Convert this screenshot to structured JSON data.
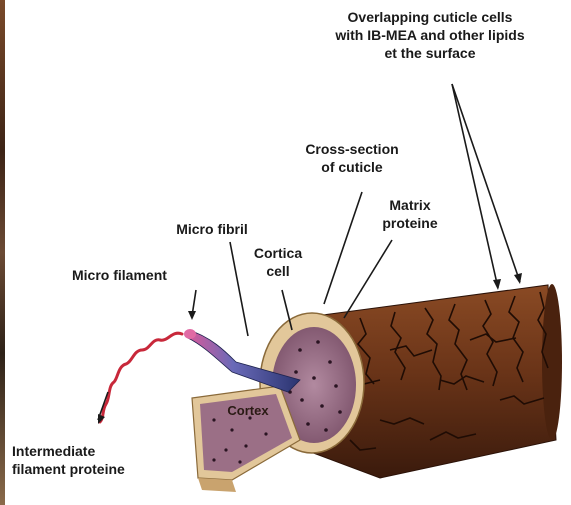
{
  "labels": {
    "overlapping": [
      "Overlapping cuticle cells",
      "with IB-MEA and other lipids",
      "et the surface"
    ],
    "cross_section": [
      "Cross-section",
      "of cuticle"
    ],
    "matrix": [
      "Matrix",
      "proteine"
    ],
    "micro_fibril": "Micro fibril",
    "cortica_cell": [
      "Cortica",
      "cell"
    ],
    "micro_filament": "Micro filament",
    "cortex": "Cortex",
    "intermediate": [
      "Intermediate",
      "filament proteine"
    ]
  },
  "colors": {
    "cuticle_brown": "#6a3418",
    "cuticle_dark": "#2b1208",
    "rim_tan": "#e2c79a",
    "cortex_purple": "#9b6f86",
    "fibril_blue": "#4b5aa0",
    "filament_red": "#c8283a",
    "pointer_line": "#1a1a1a"
  }
}
